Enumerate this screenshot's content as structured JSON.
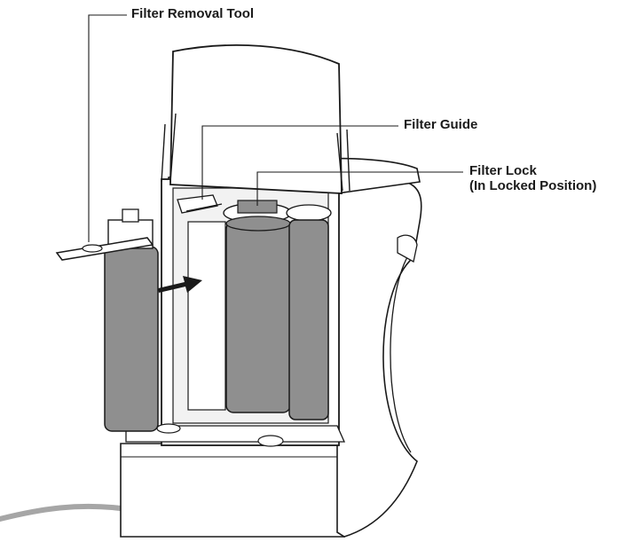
{
  "callouts": {
    "filter_removal_tool": "Filter Removal Tool",
    "filter_guide": "Filter Guide",
    "filter_lock_line1": "Filter Lock",
    "filter_lock_line2": "(In Locked Position)"
  },
  "colors": {
    "line": "#1a1a1a",
    "filter_body": "#8f8f8f",
    "filter_dark": "#6e6e6e",
    "housing_fill": "#ffffff",
    "interior_shade": "#f2f2f2",
    "cord": "#a6a6a6"
  }
}
